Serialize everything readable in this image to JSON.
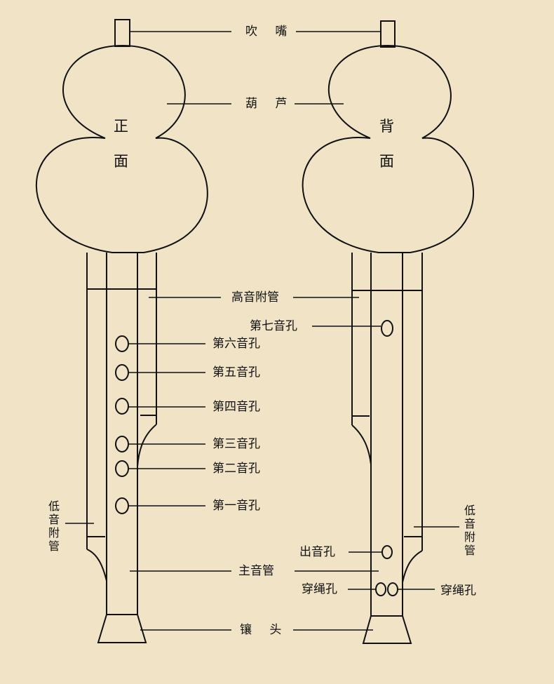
{
  "colors": {
    "background": "#f0e3c6",
    "outline": "#111111"
  },
  "views": {
    "front": [
      "正",
      "面"
    ],
    "back": [
      "背",
      "面"
    ]
  },
  "labels": {
    "mouthpiece": "吹 嘴",
    "gourd": "葫 芦",
    "high_pipe": "高音附管",
    "hole7": "第七音孔",
    "hole6": "第六音孔",
    "hole5": "第五音孔",
    "hole4": "第四音孔",
    "hole3": "第三音孔",
    "hole2": "第二音孔",
    "hole1": "第一音孔",
    "low_pipe": "低音附管",
    "sound_hole": "出音孔",
    "main_pipe": "主音管",
    "string_hole": "穿绳孔",
    "end_cap": "镶 头"
  }
}
